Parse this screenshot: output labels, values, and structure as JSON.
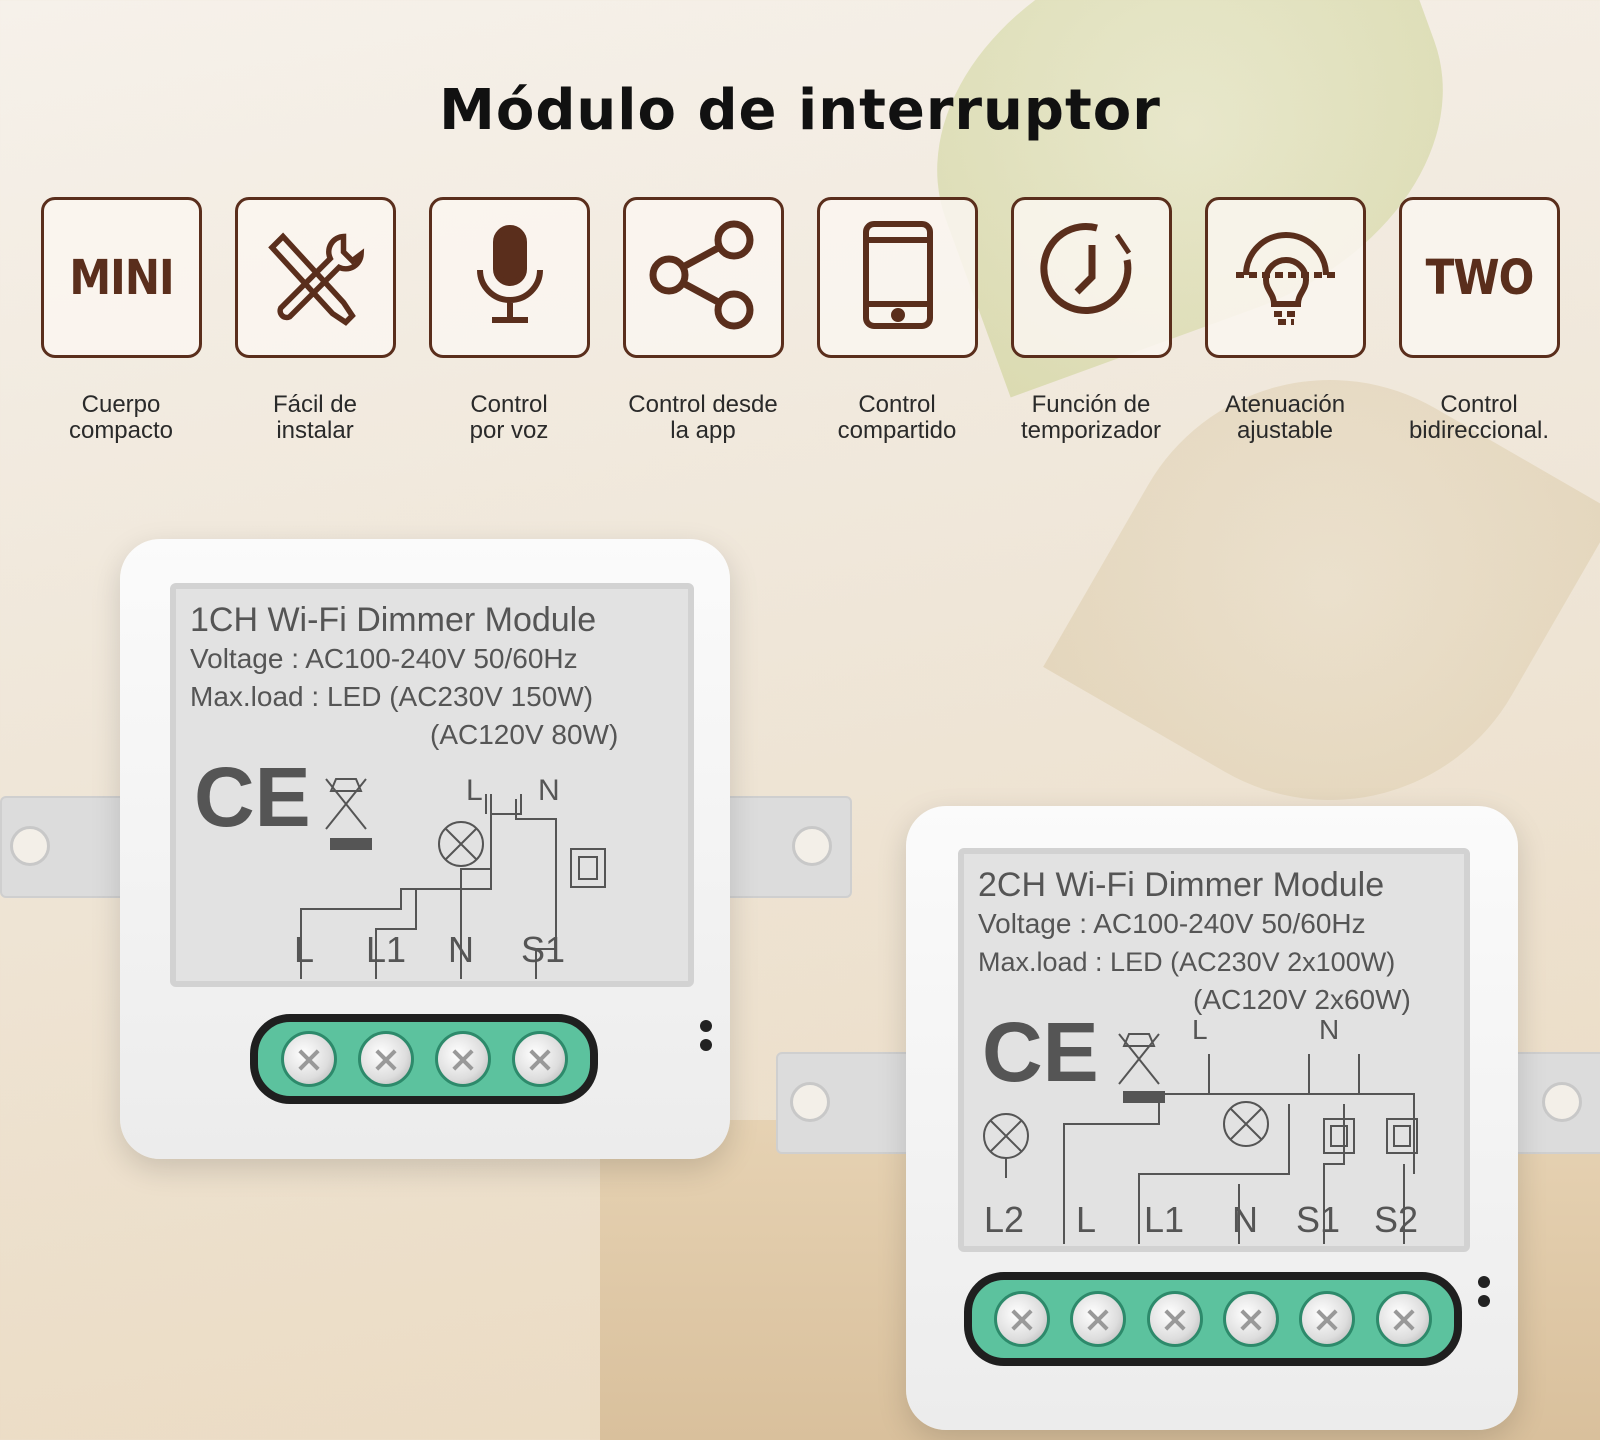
{
  "title": "Módulo de interruptor",
  "features": [
    {
      "icon": "mini-text-icon",
      "box_text": "MINI",
      "caption": [
        "Cuerpo",
        "compacto"
      ]
    },
    {
      "icon": "tools-icon",
      "caption": [
        "Fácil de",
        "instalar"
      ]
    },
    {
      "icon": "microphone-icon",
      "caption": [
        "Control",
        "por voz"
      ]
    },
    {
      "icon": "share-icon",
      "caption": [
        "Control desde",
        "la app"
      ]
    },
    {
      "icon": "smartphone-icon",
      "caption": [
        "Control",
        "compartido"
      ]
    },
    {
      "icon": "clock-icon",
      "caption": [
        "Función de",
        "temporizador"
      ]
    },
    {
      "icon": "dimmer-bulb-icon",
      "caption": [
        "Atenuación",
        "ajustable"
      ]
    },
    {
      "icon": "two-text-icon",
      "box_text": "TWO",
      "caption": [
        "Control",
        "bidireccional."
      ]
    }
  ],
  "modules": [
    {
      "title": "1CH Wi-Fi Dimmer Module",
      "voltage": "Voltage : AC100-240V 50/60Hz",
      "maxload": "Max.load : LED (AC230V 150W)",
      "maxload2": "(AC120V 80W)",
      "ce": "CE",
      "inputs": [
        "L",
        "N"
      ],
      "terminals": [
        "L",
        "L1",
        "N",
        "S1"
      ]
    },
    {
      "title": "2CH Wi-Fi Dimmer Module",
      "voltage": "Voltage : AC100-240V 50/60Hz",
      "maxload": "Max.load : LED (AC230V 2x100W)",
      "maxload2": "(AC120V 2x60W)",
      "ce": "CE",
      "inputs": [
        "L",
        "N"
      ],
      "terminals": [
        "L2",
        "L",
        "L1",
        "N",
        "S1",
        "S2"
      ]
    }
  ],
  "colors": {
    "icon": "#5a2e1c",
    "terminal": "#5cc29e"
  }
}
